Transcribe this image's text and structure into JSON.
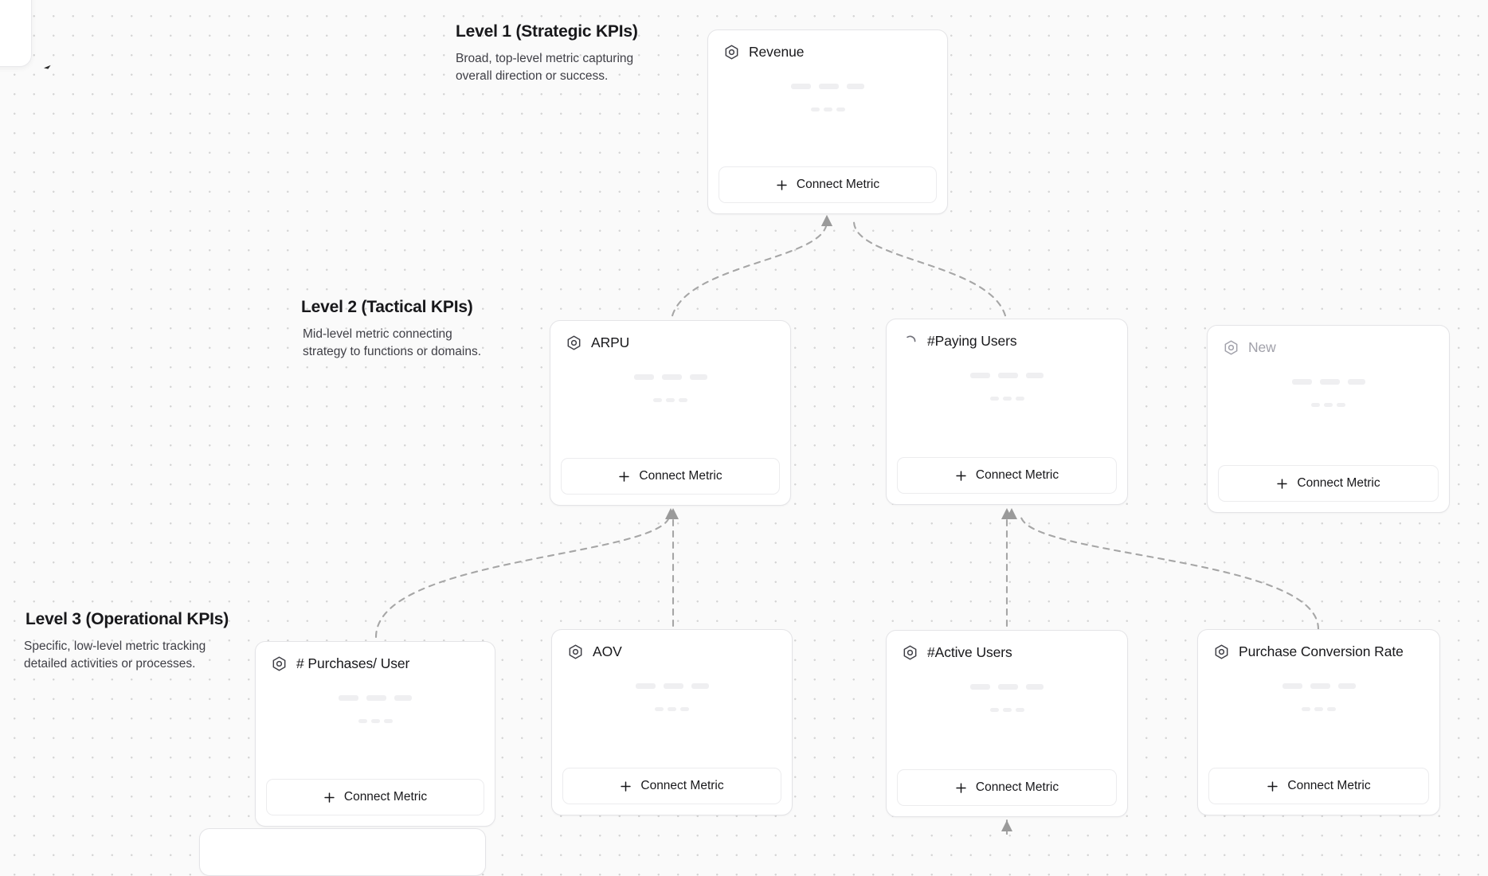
{
  "levels": [
    {
      "id": "level-1",
      "title": "Level 1 (Strategic KPIs)",
      "desc": "Broad, top-level metric capturing\noverall direction or success."
    },
    {
      "id": "level-2",
      "title": "Level 2 (Tactical KPIs)",
      "desc": "Mid-level metric connecting\nstrategy to functions or domains."
    },
    {
      "id": "level-3",
      "title": "Level 3 (Operational KPIs)",
      "desc": "Specific, low-level metric tracking\ndetailed activities or processes."
    }
  ],
  "connect_label": "Connect Metric",
  "cards": [
    {
      "id": "revenue",
      "title": "Revenue",
      "icon": "hexagon-icon",
      "muted": false
    },
    {
      "id": "arpu",
      "title": "ARPU",
      "icon": "hexagon-icon",
      "muted": false
    },
    {
      "id": "paying-users",
      "title": "#Paying Users",
      "icon": "spinner-icon",
      "muted": false
    },
    {
      "id": "new",
      "title": "New",
      "icon": "hexagon-icon",
      "muted": true
    },
    {
      "id": "purchases-user",
      "title": "# Purchases/ User",
      "icon": "hexagon-icon",
      "muted": false
    },
    {
      "id": "aov",
      "title": "AOV",
      "icon": "hexagon-icon",
      "muted": false
    },
    {
      "id": "active-users",
      "title": "#Active Users",
      "icon": "hexagon-icon",
      "muted": false
    },
    {
      "id": "conv-rate",
      "title": "Purchase Conversion Rate",
      "icon": "hexagon-icon",
      "muted": false
    }
  ],
  "colors": {
    "canvas_bg": "#fafafa",
    "dot": "#d4d4d4",
    "card_border": "#e4e4e7",
    "text": "#18181b",
    "muted_text": "#a1a1aa",
    "edge": "#a8a8a8",
    "skeleton": "#efeff1"
  }
}
